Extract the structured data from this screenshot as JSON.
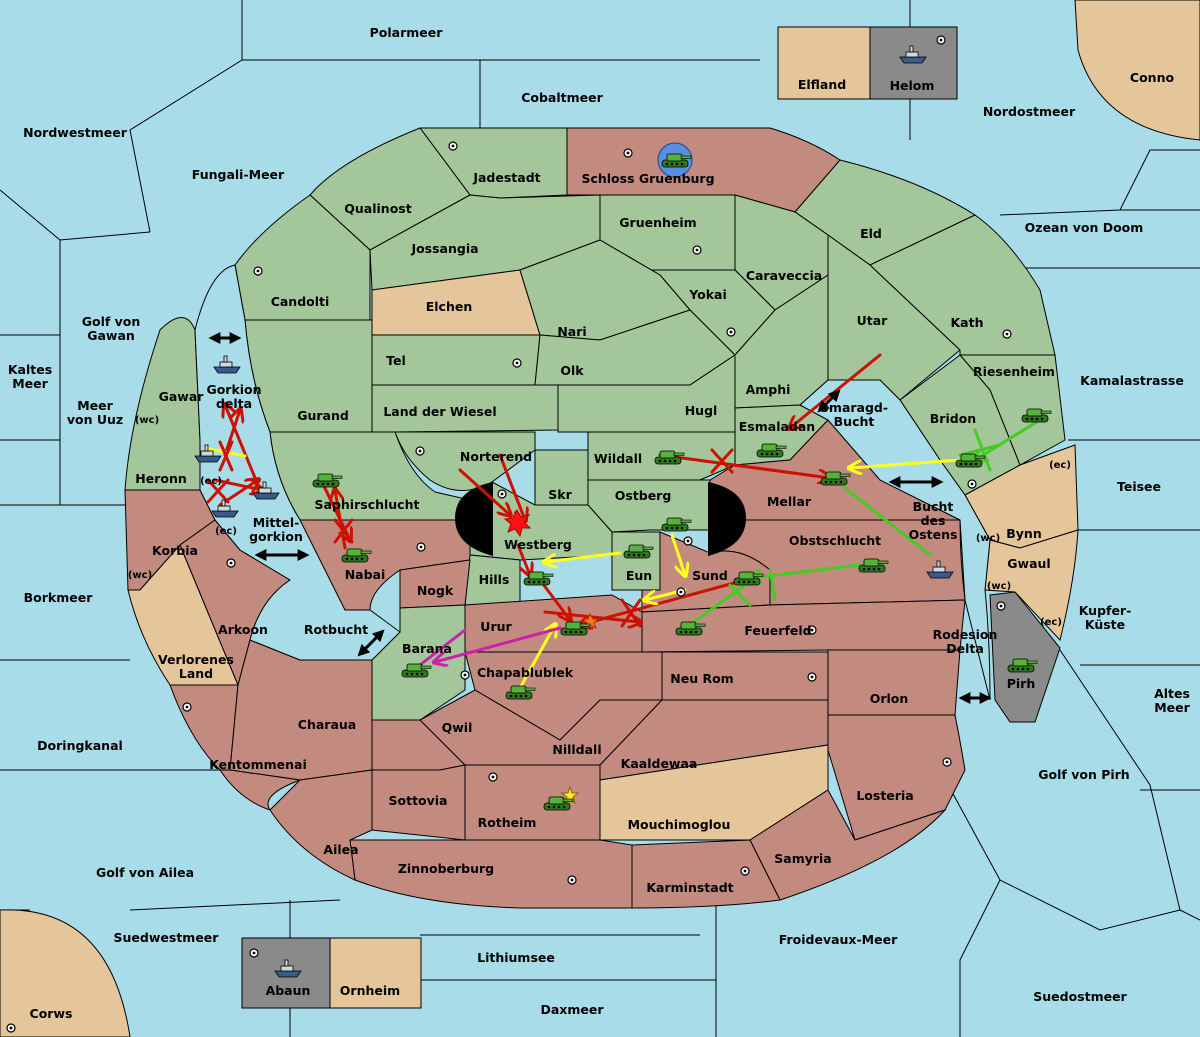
{
  "palette": {
    "sea": "#a8dce8",
    "green_land": "#a3c79a",
    "red_land": "#c38a80",
    "neutral_land": "#e5c69b",
    "dark_land": "#8a8a8a",
    "border": "#000000",
    "move_red": "#cc1100",
    "move_yellow": "#ffff22",
    "move_green": "#44cc22",
    "move_magenta": "#cc22aa"
  },
  "territories": [
    {
      "id": "polarmeer",
      "label": "Polarmeer",
      "type": "sea"
    },
    {
      "id": "cobaltmeer",
      "label": "Cobaltmeer",
      "type": "sea"
    },
    {
      "id": "nordwestmeer",
      "label": "Nordwestmeer",
      "type": "sea"
    },
    {
      "id": "fungali-meer",
      "label": "Fungali-Meer",
      "type": "sea"
    },
    {
      "id": "nordostmeer",
      "label": "Nordostmeer",
      "type": "sea"
    },
    {
      "id": "ozean-von-doom",
      "label": "Ozean von Doom",
      "type": "sea"
    },
    {
      "id": "golf-von-gawan",
      "label": "Golf von\nGawan",
      "type": "sea"
    },
    {
      "id": "kaltes-meer",
      "label": "Kaltes\nMeer",
      "type": "sea"
    },
    {
      "id": "meer-von-uuz",
      "label": "Meer\nvon Uuz",
      "type": "sea"
    },
    {
      "id": "kamalastrasse",
      "label": "Kamalastrasse",
      "type": "sea"
    },
    {
      "id": "smaragd-bucht",
      "label": "Smaragd-\nBucht",
      "type": "sea"
    },
    {
      "id": "bucht-des-ostens",
      "label": "Bucht\ndes\nOstens",
      "type": "sea"
    },
    {
      "id": "teisee",
      "label": "Teisee",
      "type": "sea"
    },
    {
      "id": "mittelgorkion",
      "label": "Mittel-\ngorkion",
      "type": "sea"
    },
    {
      "id": "borkmeer",
      "label": "Borkmeer",
      "type": "sea"
    },
    {
      "id": "rotbucht",
      "label": "Rotbucht",
      "type": "sea"
    },
    {
      "id": "kupfer-kueste",
      "label": "Kupfer-\nKüste",
      "type": "sea"
    },
    {
      "id": "altes-meer",
      "label": "Altes\nMeer",
      "type": "sea"
    },
    {
      "id": "doringkanal",
      "label": "Doringkanal",
      "type": "sea"
    },
    {
      "id": "golf-von-pirh",
      "label": "Golf von Pirh",
      "type": "sea"
    },
    {
      "id": "golf-von-ailea",
      "label": "Golf von Ailea",
      "type": "sea"
    },
    {
      "id": "suedwestmeer",
      "label": "Suedwestmeer",
      "type": "sea"
    },
    {
      "id": "froidevaux-meer",
      "label": "Froidevaux-Meer",
      "type": "sea"
    },
    {
      "id": "lithiumsee",
      "label": "Lithiumsee",
      "type": "sea"
    },
    {
      "id": "daxmeer",
      "label": "Daxmeer",
      "type": "sea"
    },
    {
      "id": "suedostmeer",
      "label": "Suedostmeer",
      "type": "sea"
    },
    {
      "id": "elfland",
      "label": "Elfland",
      "type": "neutral"
    },
    {
      "id": "helom",
      "label": "Helom",
      "type": "dark"
    },
    {
      "id": "conno",
      "label": "Conno",
      "type": "neutral"
    },
    {
      "id": "corws",
      "label": "Corws",
      "type": "neutral"
    },
    {
      "id": "abaun",
      "label": "Abaun",
      "type": "dark"
    },
    {
      "id": "ornheim",
      "label": "Ornheim",
      "type": "neutral"
    },
    {
      "id": "jadestadt",
      "label": "Jadestadt",
      "type": "green"
    },
    {
      "id": "schloss-gruenburg",
      "label": "Schloss Gruenburg",
      "type": "red"
    },
    {
      "id": "qualinost",
      "label": "Qualinost",
      "type": "green"
    },
    {
      "id": "gruenheim",
      "label": "Gruenheim",
      "type": "green"
    },
    {
      "id": "eld",
      "label": "Eld",
      "type": "green"
    },
    {
      "id": "jossangia",
      "label": "Jossangia",
      "type": "green"
    },
    {
      "id": "caraveccia",
      "label": "Caraveccia",
      "type": "green"
    },
    {
      "id": "candolti",
      "label": "Candolti",
      "type": "green"
    },
    {
      "id": "elchen",
      "label": "Elchen",
      "type": "neutral"
    },
    {
      "id": "yokai",
      "label": "Yokai",
      "type": "green"
    },
    {
      "id": "utar",
      "label": "Utar",
      "type": "green"
    },
    {
      "id": "kath",
      "label": "Kath",
      "type": "green"
    },
    {
      "id": "nari",
      "label": "Nari",
      "type": "green"
    },
    {
      "id": "tel",
      "label": "Tel",
      "type": "green"
    },
    {
      "id": "olk",
      "label": "Olk",
      "type": "green"
    },
    {
      "id": "riesenheim",
      "label": "Riesenheim",
      "type": "green"
    },
    {
      "id": "amphi",
      "label": "Amphi",
      "type": "green"
    },
    {
      "id": "gawar",
      "label": "Gawar",
      "type": "green"
    },
    {
      "id": "gorkion-delta",
      "label": "Gorkion\ndelta",
      "type": "sea"
    },
    {
      "id": "land-der-wiesel",
      "label": "Land der Wiesel",
      "type": "green"
    },
    {
      "id": "gurand",
      "label": "Gurand",
      "type": "green"
    },
    {
      "id": "hugl",
      "label": "Hugl",
      "type": "green"
    },
    {
      "id": "bridon",
      "label": "Bridon",
      "type": "green"
    },
    {
      "id": "esmaladan",
      "label": "Esmaladan",
      "type": "green"
    },
    {
      "id": "norterend",
      "label": "Norterend",
      "type": "green"
    },
    {
      "id": "wildall",
      "label": "Wildall",
      "type": "green"
    },
    {
      "id": "heronn",
      "label": "Heronn",
      "type": "green"
    },
    {
      "id": "skr",
      "label": "Skr",
      "type": "green"
    },
    {
      "id": "ostberg",
      "label": "Ostberg",
      "type": "green"
    },
    {
      "id": "mellar",
      "label": "Mellar",
      "type": "red"
    },
    {
      "id": "saphirschlucht",
      "label": "Saphirschlucht",
      "type": "green"
    },
    {
      "id": "westberg",
      "label": "Westberg",
      "type": "green"
    },
    {
      "id": "obstschlucht",
      "label": "Obstschlucht",
      "type": "red"
    },
    {
      "id": "bynn",
      "label": "Bynn",
      "type": "neutral"
    },
    {
      "id": "korbia",
      "label": "Korbia",
      "type": "red"
    },
    {
      "id": "nabai",
      "label": "Nabai",
      "type": "red"
    },
    {
      "id": "hills",
      "label": "Hills",
      "type": "green"
    },
    {
      "id": "eun",
      "label": "Eun",
      "type": "green"
    },
    {
      "id": "sund",
      "label": "Sund",
      "type": "red"
    },
    {
      "id": "gwaul",
      "label": "Gwaul",
      "type": "neutral"
    },
    {
      "id": "nogk",
      "label": "Nogk",
      "type": "red"
    },
    {
      "id": "arkoon",
      "label": "Arkoon",
      "type": "red"
    },
    {
      "id": "urur",
      "label": "Urur",
      "type": "red"
    },
    {
      "id": "feuerfeld",
      "label": "Feuerfeld",
      "type": "red"
    },
    {
      "id": "rodesion-delta",
      "label": "Rodesion\nDelta",
      "type": "sea"
    },
    {
      "id": "barana",
      "label": "Barana",
      "type": "green"
    },
    {
      "id": "verlorenes-land",
      "label": "Verlorenes\nLand",
      "type": "neutral"
    },
    {
      "id": "chapablublek",
      "label": "Chapablublek",
      "type": "red"
    },
    {
      "id": "neu-rom",
      "label": "Neu Rom",
      "type": "red"
    },
    {
      "id": "pirh",
      "label": "Pirh",
      "type": "dark"
    },
    {
      "id": "orlon",
      "label": "Orlon",
      "type": "red"
    },
    {
      "id": "charaua",
      "label": "Charaua",
      "type": "red"
    },
    {
      "id": "qwil",
      "label": "Qwil",
      "type": "red"
    },
    {
      "id": "nilldall",
      "label": "Nilldall",
      "type": "red"
    },
    {
      "id": "kentommenai",
      "label": "Kentommenai",
      "type": "red"
    },
    {
      "id": "kaaldewaa",
      "label": "Kaaldewaa",
      "type": "red"
    },
    {
      "id": "losteria",
      "label": "Losteria",
      "type": "red"
    },
    {
      "id": "sottovia",
      "label": "Sottovia",
      "type": "red"
    },
    {
      "id": "rotheim",
      "label": "Rotheim",
      "type": "red"
    },
    {
      "id": "mouchimoglou",
      "label": "Mouchimoglou",
      "type": "neutral"
    },
    {
      "id": "ailea",
      "label": "Ailea",
      "type": "red"
    },
    {
      "id": "samyria",
      "label": "Samyria",
      "type": "red"
    },
    {
      "id": "zinnoberburg",
      "label": "Zinnoberburg",
      "type": "red"
    },
    {
      "id": "karminstadt",
      "label": "Karminstadt",
      "type": "red"
    }
  ],
  "coast_tags": [
    {
      "id": "gawar-wc",
      "label": "(wc)"
    },
    {
      "id": "heronn-ec",
      "label": "(ec)"
    },
    {
      "id": "korbia-ec",
      "label": "(ec)"
    },
    {
      "id": "korbia-wc",
      "label": "(wc)"
    },
    {
      "id": "bynn-ec",
      "label": "(ec)"
    },
    {
      "id": "bynn-wc",
      "label": "(wc)"
    },
    {
      "id": "gwaul-wc",
      "label": "(wc)"
    },
    {
      "id": "gwaul-ec",
      "label": "(ec)"
    }
  ],
  "units": [
    {
      "type": "army",
      "color": "green",
      "at": "schloss-gruenburg",
      "highlight": "blue-disc"
    },
    {
      "type": "fleet",
      "color": "green",
      "at": "helom"
    },
    {
      "type": "fleet",
      "color": "green",
      "at": "abaun"
    },
    {
      "type": "fleet",
      "color": "green",
      "at": "gorkion-delta"
    },
    {
      "type": "fleet",
      "color": "green",
      "at": "gawar-ec"
    },
    {
      "type": "fleet",
      "color": "green",
      "at": "mittelgorkion"
    },
    {
      "type": "fleet",
      "color": "green",
      "at": "heronn-ec"
    },
    {
      "type": "fleet",
      "color": "green",
      "at": "bucht-des-ostens"
    },
    {
      "type": "army",
      "color": "green",
      "at": "saphirschlucht"
    },
    {
      "type": "army",
      "color": "green",
      "at": "nabai"
    },
    {
      "type": "army",
      "color": "green",
      "at": "wildall"
    },
    {
      "type": "army",
      "color": "green",
      "at": "esmaladan"
    },
    {
      "type": "army",
      "color": "green",
      "at": "mellar"
    },
    {
      "type": "army",
      "color": "green",
      "at": "bridon"
    },
    {
      "type": "army",
      "color": "green",
      "at": "riesenheim"
    },
    {
      "type": "army",
      "color": "green",
      "at": "ostberg"
    },
    {
      "type": "army",
      "color": "green",
      "at": "eun"
    },
    {
      "type": "army",
      "color": "green",
      "at": "westberg"
    },
    {
      "type": "army",
      "color": "green",
      "at": "urur"
    },
    {
      "type": "army",
      "color": "green",
      "at": "sund"
    },
    {
      "type": "army",
      "color": "green",
      "at": "feuerfeld"
    },
    {
      "type": "army",
      "color": "green",
      "at": "obstschlucht"
    },
    {
      "type": "army",
      "color": "green",
      "at": "barana"
    },
    {
      "type": "army",
      "color": "green",
      "at": "chapablublek"
    },
    {
      "type": "army",
      "color": "green",
      "at": "rotheim",
      "marker": "star"
    },
    {
      "type": "army",
      "color": "green",
      "at": "pirh"
    }
  ]
}
